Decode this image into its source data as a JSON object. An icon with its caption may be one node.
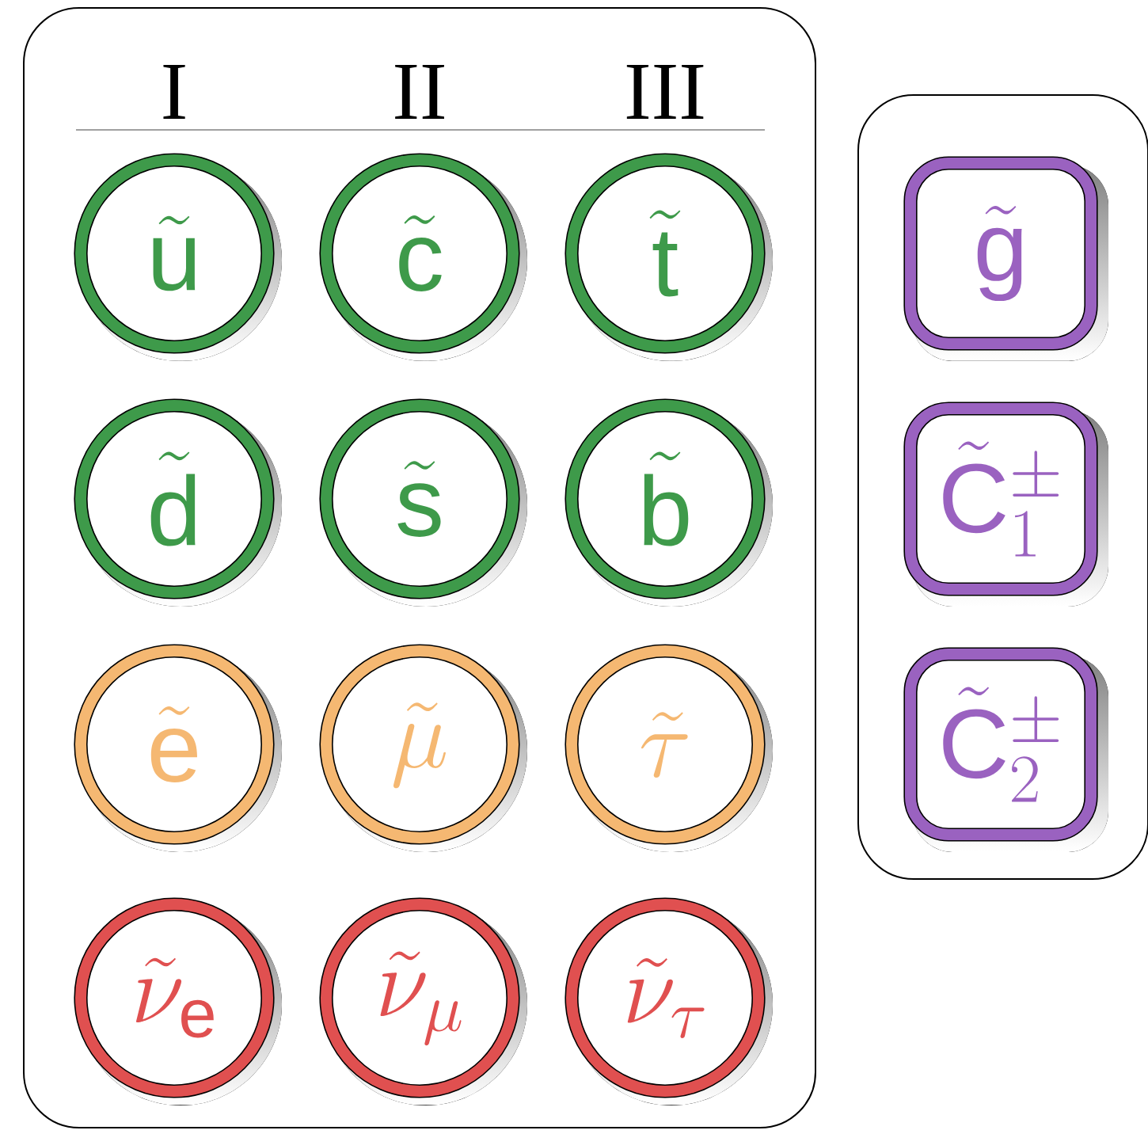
{
  "diagram": {
    "nodes": [
      {
        "text": [],
        "shape": "box"
      },
      {
        "text": [
          "\\tilde{\\mathrm{u}}"
        ],
        "in": 0
      },
      {
        "text": [
          "\\tilde{\\mathrm{c}}"
        ],
        "in": 0
      },
      {
        "text": [
          "\\tilde{\\mathrm{t}}"
        ],
        "in": 0
      },
      {
        "text": [
          "\\tilde{\\mathrm{d}}"
        ],
        "in": 0
      },
      {
        "text": [
          "\\tilde{\\mathrm{s}}"
        ],
        "in": 0
      },
      {
        "text": [
          "\\tilde{\\mathrm{b}}"
        ],
        "in": 0
      },
      {
        "text": [
          "\\tilde{\\mathrm{e}}"
        ],
        "in": 0
      },
      {
        "text": [
          "\\tilde{\\mu}"
        ],
        "in": 0
      },
      {
        "text": [
          "\\tilde{\\tau}"
        ],
        "in": 0
      },
      {
        "text": [
          "\\tilde{\\nu}_{\\mathrm{e}}"
        ],
        "in": 0
      },
      {
        "text": [
          "\\tilde{\\nu}_{\\mu}"
        ],
        "in": 0
      },
      {
        "text": [
          "\\tilde{\\nu}_{\\tau}"
        ],
        "in": 0
      },
      {
        "text": [],
        "shape": "box"
      },
      {
        "text": [
          "\\tilde{\\mathrm{g}}"
        ],
        "in": 13
      },
      {
        "text": [
          "\\tilde{\\mathrm{C}}^{\\pm}_{1}"
        ],
        "in": 13
      },
      {
        "text": [
          "\\tilde{\\mathrm{C}}^{\\pm}_{2}"
        ],
        "in": 13
      }
    ],
    "labels": [
      "I",
      "II",
      "III"
    ]
  }
}
